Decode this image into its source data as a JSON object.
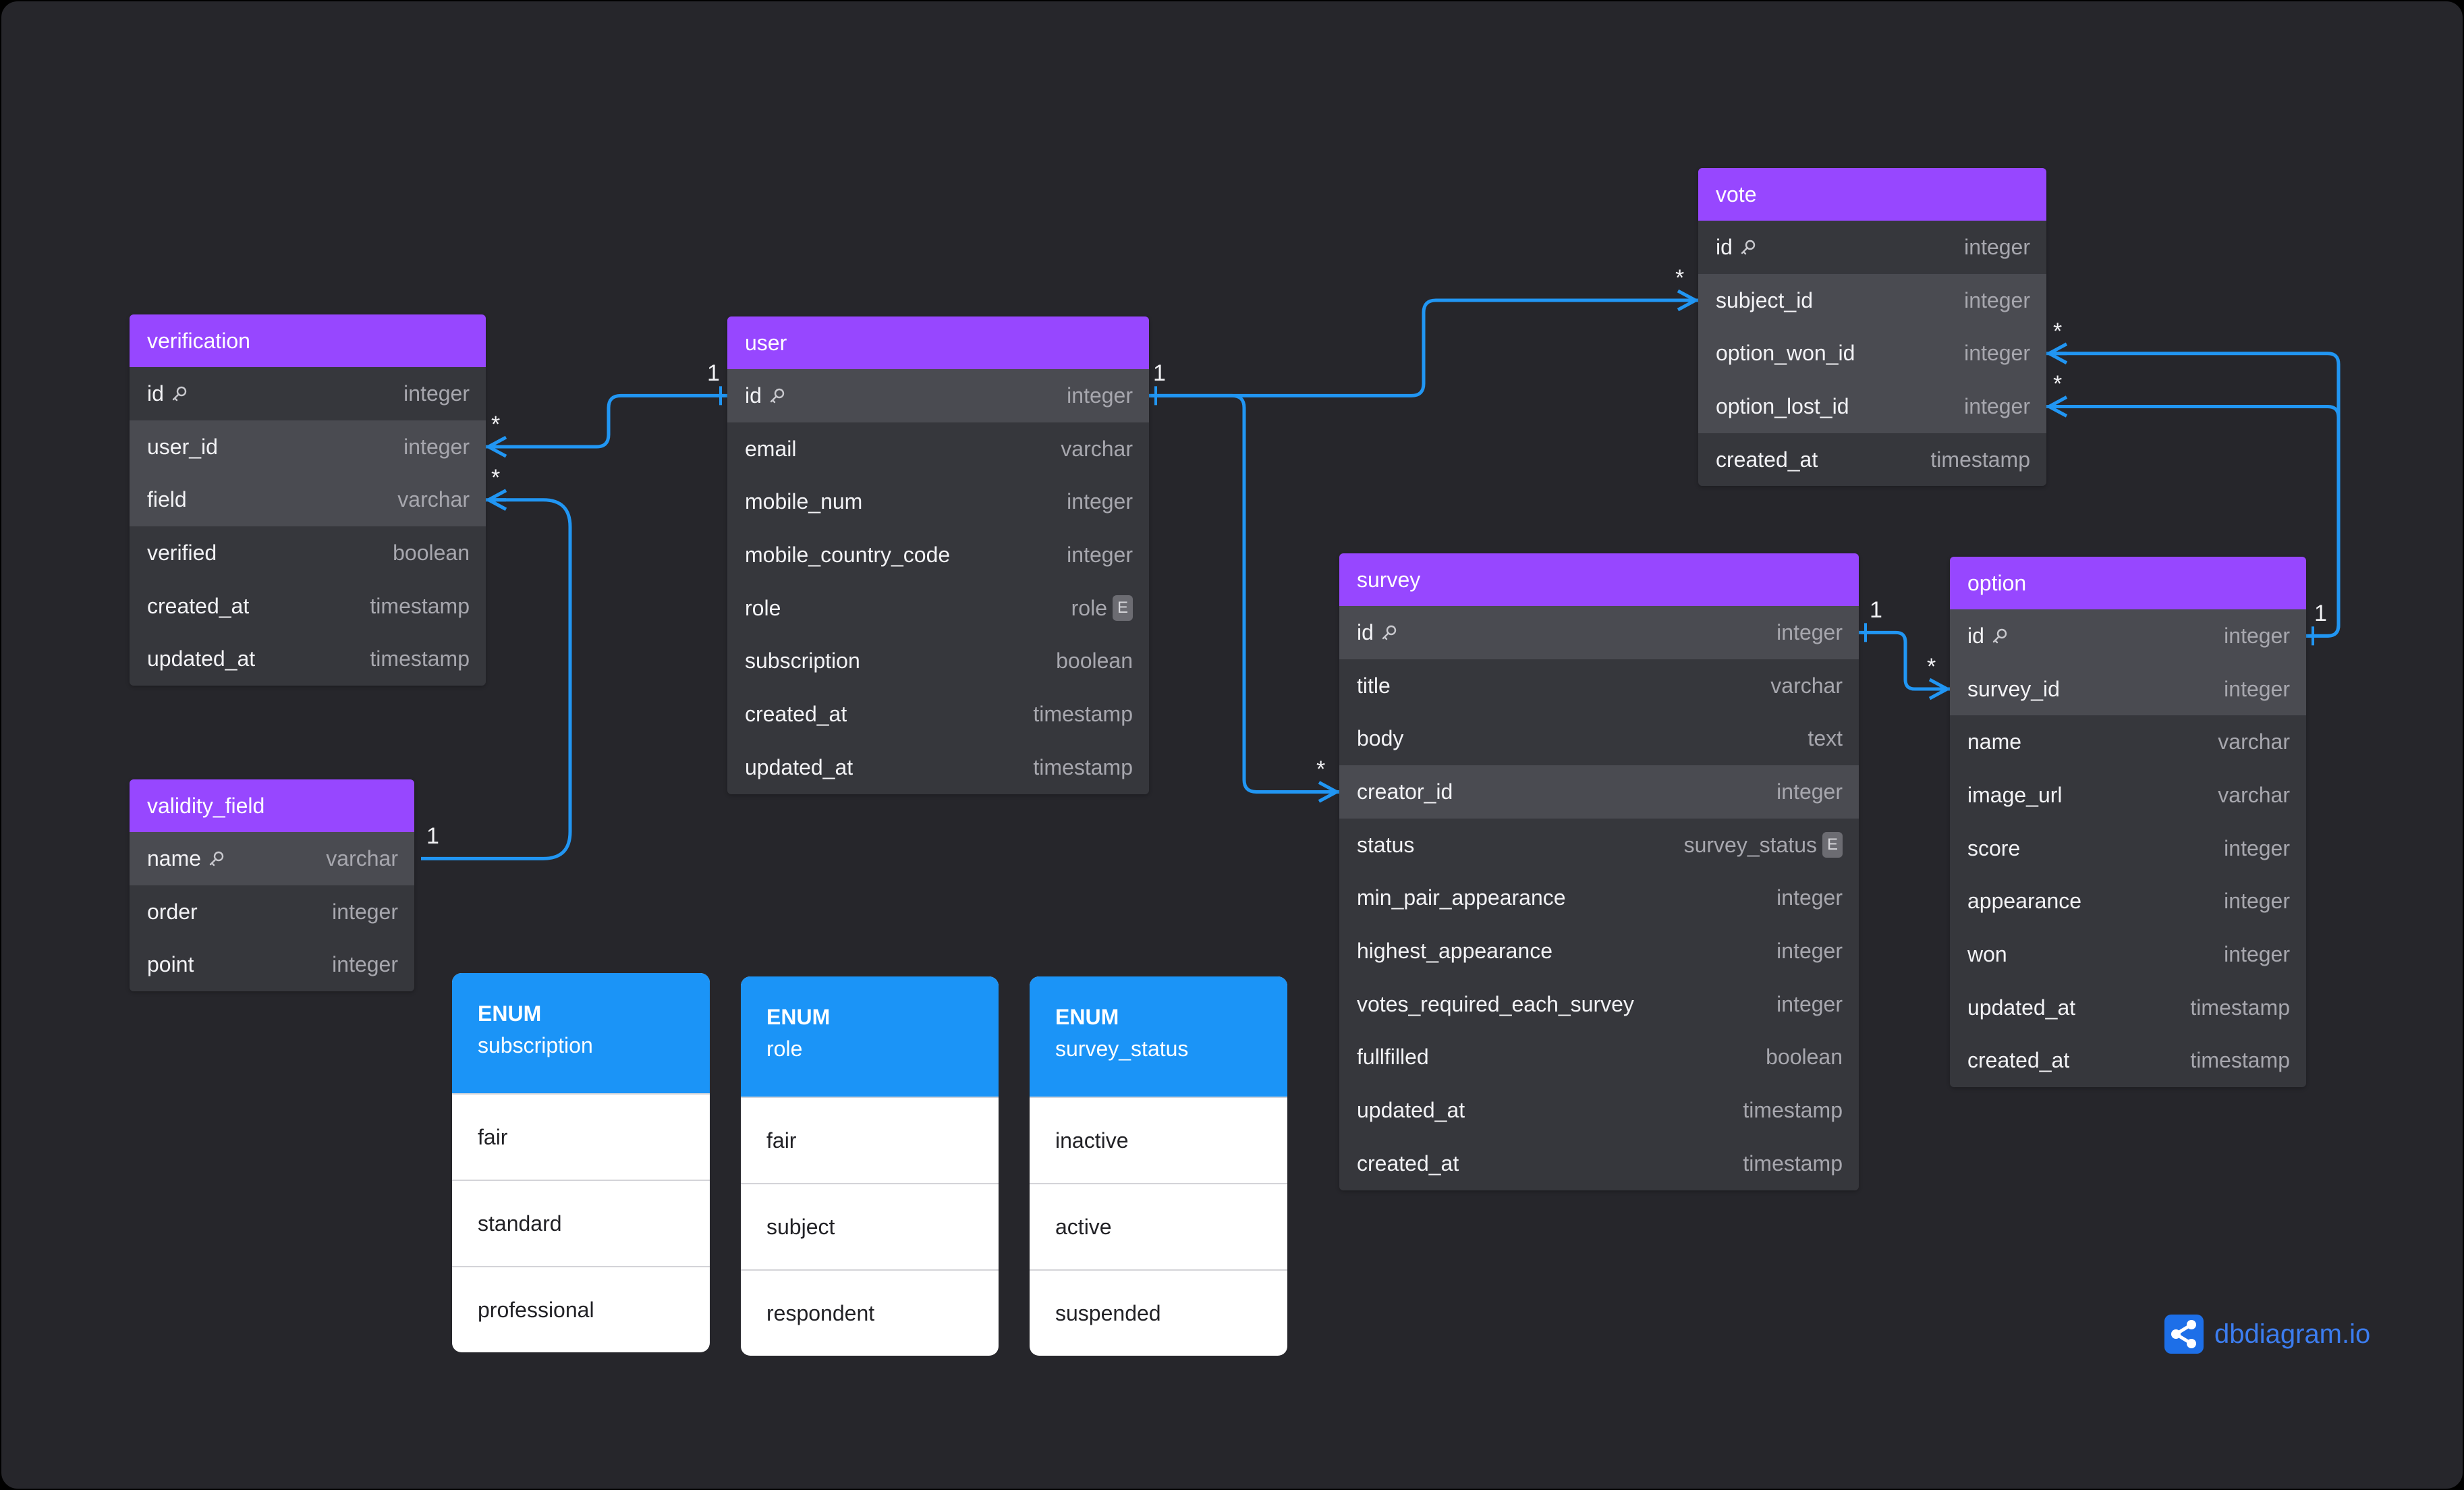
{
  "tables": [
    {
      "id": "verification",
      "name": "verification",
      "fields": [
        {
          "name": "id",
          "type": "integer",
          "pk": true
        },
        {
          "name": "user_id",
          "type": "integer",
          "hl": true
        },
        {
          "name": "field",
          "type": "varchar",
          "hl": true
        },
        {
          "name": "verified",
          "type": "boolean"
        },
        {
          "name": "created_at",
          "type": "timestamp"
        },
        {
          "name": "updated_at",
          "type": "timestamp"
        }
      ]
    },
    {
      "id": "validity_field",
      "name": "validity_field",
      "fields": [
        {
          "name": "name",
          "type": "varchar",
          "pk": true,
          "hl": true
        },
        {
          "name": "order",
          "type": "integer"
        },
        {
          "name": "point",
          "type": "integer"
        }
      ]
    },
    {
      "id": "user",
      "name": "user",
      "fields": [
        {
          "name": "id",
          "type": "integer",
          "pk": true,
          "hl": true
        },
        {
          "name": "email",
          "type": "varchar"
        },
        {
          "name": "mobile_num",
          "type": "integer"
        },
        {
          "name": "mobile_country_code",
          "type": "integer"
        },
        {
          "name": "role",
          "type": "role",
          "enum": true
        },
        {
          "name": "subscription",
          "type": "boolean"
        },
        {
          "name": "created_at",
          "type": "timestamp"
        },
        {
          "name": "updated_at",
          "type": "timestamp"
        }
      ]
    },
    {
      "id": "vote",
      "name": "vote",
      "fields": [
        {
          "name": "id",
          "type": "integer",
          "pk": true
        },
        {
          "name": "subject_id",
          "type": "integer",
          "hl": true
        },
        {
          "name": "option_won_id",
          "type": "integer",
          "hl": true
        },
        {
          "name": "option_lost_id",
          "type": "integer",
          "hl": true
        },
        {
          "name": "created_at",
          "type": "timestamp"
        }
      ]
    },
    {
      "id": "survey",
      "name": "survey",
      "fields": [
        {
          "name": "id",
          "type": "integer",
          "pk": true,
          "hl": true
        },
        {
          "name": "title",
          "type": "varchar"
        },
        {
          "name": "body",
          "type": "text"
        },
        {
          "name": "creator_id",
          "type": "integer",
          "hl": true
        },
        {
          "name": "status",
          "type": "survey_status",
          "enum": true
        },
        {
          "name": "min_pair_appearance",
          "type": "integer"
        },
        {
          "name": "highest_appearance",
          "type": "integer"
        },
        {
          "name": "votes_required_each_survey",
          "type": "integer"
        },
        {
          "name": "fullfilled",
          "type": "boolean"
        },
        {
          "name": "updated_at",
          "type": "timestamp"
        },
        {
          "name": "created_at",
          "type": "timestamp"
        }
      ]
    },
    {
      "id": "option",
      "name": "option",
      "fields": [
        {
          "name": "id",
          "type": "integer",
          "pk": true,
          "hl": true
        },
        {
          "name": "survey_id",
          "type": "integer",
          "hl": true
        },
        {
          "name": "name",
          "type": "varchar"
        },
        {
          "name": "image_url",
          "type": "varchar"
        },
        {
          "name": "score",
          "type": "integer"
        },
        {
          "name": "appearance",
          "type": "integer"
        },
        {
          "name": "won",
          "type": "integer"
        },
        {
          "name": "updated_at",
          "type": "timestamp"
        },
        {
          "name": "created_at",
          "type": "timestamp"
        }
      ]
    }
  ],
  "enums": [
    {
      "keyword": "ENUM",
      "name": "subscription",
      "values": [
        "fair",
        "standard",
        "professional"
      ]
    },
    {
      "keyword": "ENUM",
      "name": "role",
      "values": [
        "fair",
        "subject",
        "respondent"
      ]
    },
    {
      "keyword": "ENUM",
      "name": "survey_status",
      "values": [
        "inactive",
        "active",
        "suspended"
      ]
    }
  ],
  "relations": [
    {
      "from": "verification.user_id",
      "from_card": "*",
      "to": "user.id",
      "to_card": "1"
    },
    {
      "from": "verification.field",
      "from_card": "*",
      "to": "validity_field.name",
      "to_card": "1"
    },
    {
      "from": "vote.subject_id",
      "from_card": "*",
      "to": "user.id",
      "to_card": "1"
    },
    {
      "from": "survey.creator_id",
      "from_card": "*",
      "to": "user.id",
      "to_card": "1"
    },
    {
      "from": "option.survey_id",
      "from_card": "*",
      "to": "survey.id",
      "to_card": "1"
    },
    {
      "from": "vote.option_won_id",
      "from_card": "*",
      "to": "option.id",
      "to_card": "1"
    },
    {
      "from": "vote.option_lost_id",
      "from_card": "*",
      "to": "option.id",
      "to_card": "1"
    }
  ],
  "brand": {
    "name": "dbdiagram",
    "domain": ".io"
  },
  "colors": {
    "canvas": "#26262b",
    "table_header": "#9747ff",
    "enum_header": "#1b94f7",
    "edge": "#2196f3",
    "row": "#36373c",
    "row_highlight": "#4a4b51"
  }
}
